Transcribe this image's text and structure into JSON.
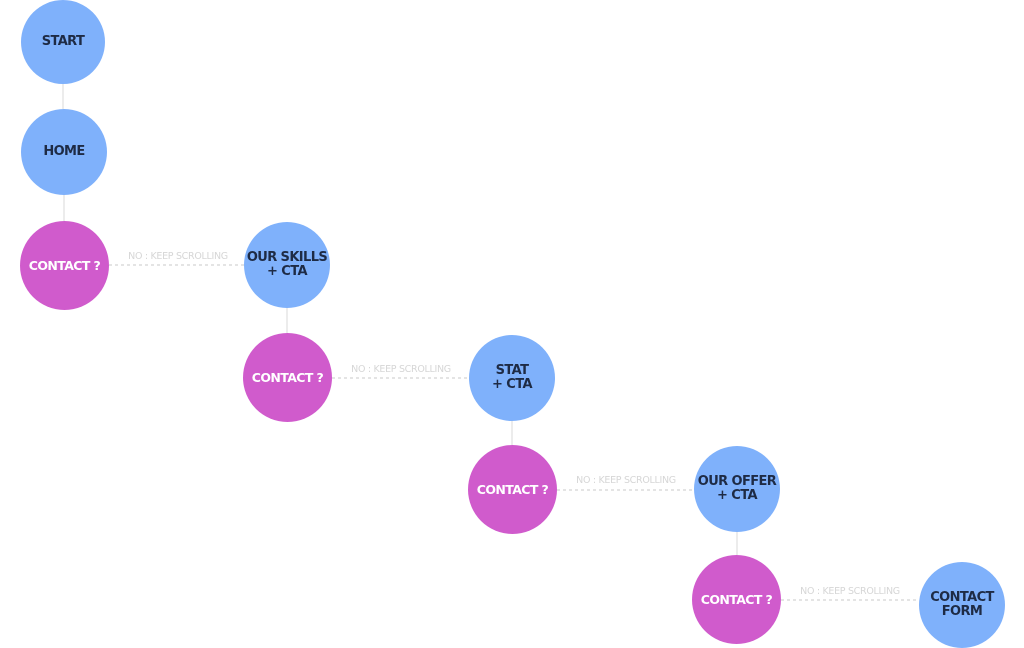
{
  "nodes": {
    "start": {
      "label": "START"
    },
    "home": {
      "label": "HOME"
    },
    "contact1": {
      "label": "CONTACT ?"
    },
    "skills": {
      "label": "OUR SKILLS\n+ CTA"
    },
    "contact2": {
      "label": "CONTACT ?"
    },
    "stat": {
      "label": "STAT\n+ CTA"
    },
    "contact3": {
      "label": "CONTACT ?"
    },
    "offer": {
      "label": "OUR OFFER\n+ CTA"
    },
    "contact4": {
      "label": "CONTACT ?"
    },
    "form": {
      "label": "CONTACT\nFORM"
    }
  },
  "edge_labels": {
    "l1": "NO : KEEP SCROLLING",
    "l2": "NO : KEEP SCROLLING",
    "l3": "NO : KEEP SCROLLING",
    "l4": "NO : KEEP SCROLLING"
  },
  "colors": {
    "page_node": "#7fb1fb",
    "decision_node": "#d05bcc",
    "connector": "#ececec"
  }
}
